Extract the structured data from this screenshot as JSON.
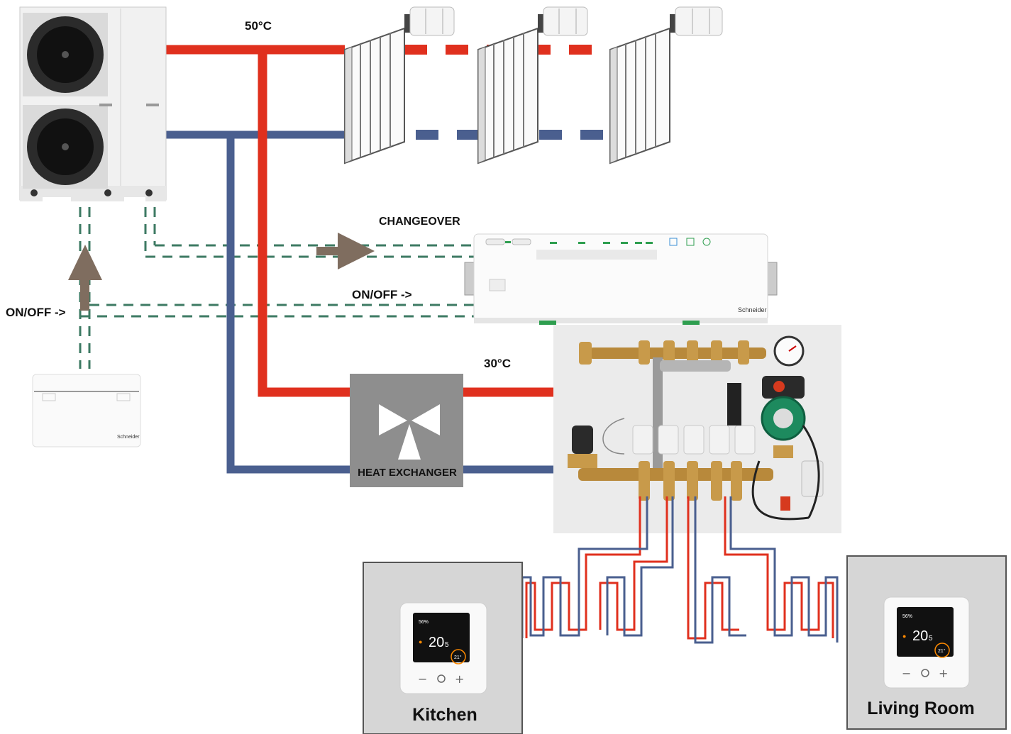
{
  "labels": {
    "supply_temp_high": "50°C",
    "supply_temp_low": "30°C",
    "changeover": "CHANGEOVER",
    "onoff_center": "ON/OFF ->",
    "onoff_left": "ON/OFF ->",
    "heat_exchanger": "HEAT  EXCHANGER",
    "schneider_small": "Schneider",
    "schneider_controller": "Schneider"
  },
  "rooms": [
    {
      "name": "Kitchen",
      "display": {
        "humidity": "56%",
        "temp": "20",
        "temp_decimal": "5",
        "setpoint": "21°"
      }
    },
    {
      "name": "Living Room",
      "display": {
        "humidity": "56%",
        "temp": "20",
        "temp_decimal": "5",
        "setpoint": "21°"
      }
    }
  ],
  "colors": {
    "hot_pipe": "#e0301e",
    "cold_pipe": "#4a5f8f",
    "signal": "#3d7a63",
    "arrow": "#7f6d5f",
    "heat_exchanger": "#8e8e8e",
    "room_box": "#d6d6d6"
  },
  "icons": [
    "heat-pump-unit",
    "radiator",
    "thermostatic-valve",
    "wiring-center",
    "underfloor-manifold",
    "circulation-pump",
    "pressure-gauge",
    "room-thermostat",
    "receiver",
    "mixing-valve-icon"
  ]
}
